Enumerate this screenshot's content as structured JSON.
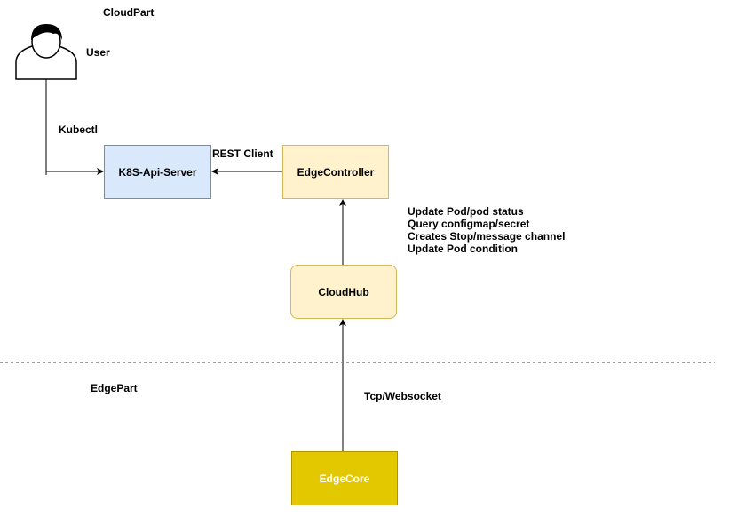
{
  "regions": {
    "cloud_part_label": "CloudPart",
    "edge_part_label": "EdgePart"
  },
  "actor": {
    "label": "User",
    "icon": "user-icon"
  },
  "nodes": {
    "k8s_api_server": {
      "label": "K8S-Api-Server",
      "fill": "#dae8fc",
      "stroke": "#6c8ebf"
    },
    "edge_controller": {
      "label": "EdgeController",
      "fill": "#fff2cc",
      "stroke": "#d6b656"
    },
    "cloud_hub": {
      "label": "CloudHub",
      "fill": "#fff2cc",
      "stroke": "#d6b656"
    },
    "edge_core": {
      "label": "EdgeCore",
      "fill": "#e3c800",
      "stroke": "#b09500",
      "text_color": "#ffffff"
    }
  },
  "edges": {
    "user_to_api": {
      "label": "Kubectl"
    },
    "controller_to_api": {
      "label": "REST Client"
    },
    "hub_to_controller": {
      "notes": [
        "Update Pod/pod status",
        "Query configmap/secret",
        "Creates Stop/message channel",
        "Update Pod condition"
      ]
    },
    "core_to_hub": {
      "label": "Tcp/Websocket"
    }
  }
}
